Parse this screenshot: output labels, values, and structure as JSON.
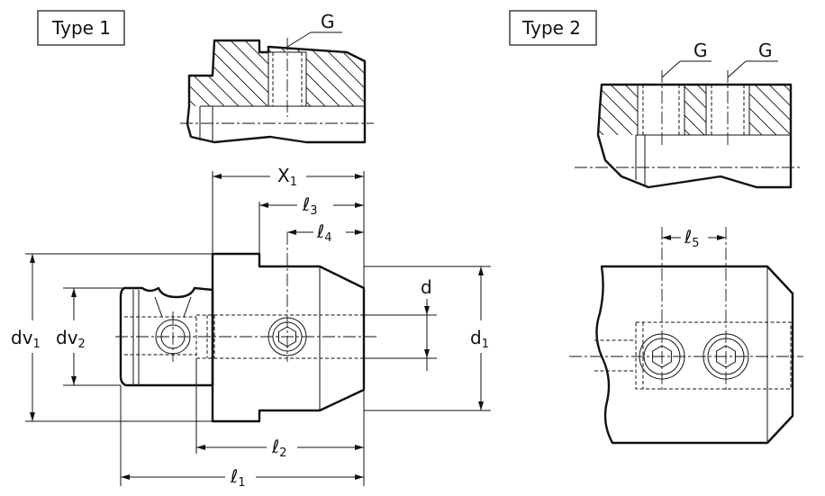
{
  "type1": {
    "label": "Type 1"
  },
  "type2": {
    "label": "Type 2"
  },
  "labels": {
    "G": "G",
    "X1": "X",
    "X1_sub": "1",
    "l3": "ℓ",
    "l3_sub": "3",
    "l4": "ℓ",
    "l4_sub": "4",
    "l5": "ℓ",
    "l5_sub": "5",
    "l2": "ℓ",
    "l2_sub": "2",
    "l1": "ℓ",
    "l1_sub": "1",
    "d": "d",
    "d1": "d",
    "d1_sub": "1",
    "dv1": "dv",
    "dv1_sub": "1",
    "dv2": "dv",
    "dv2_sub": "2"
  }
}
